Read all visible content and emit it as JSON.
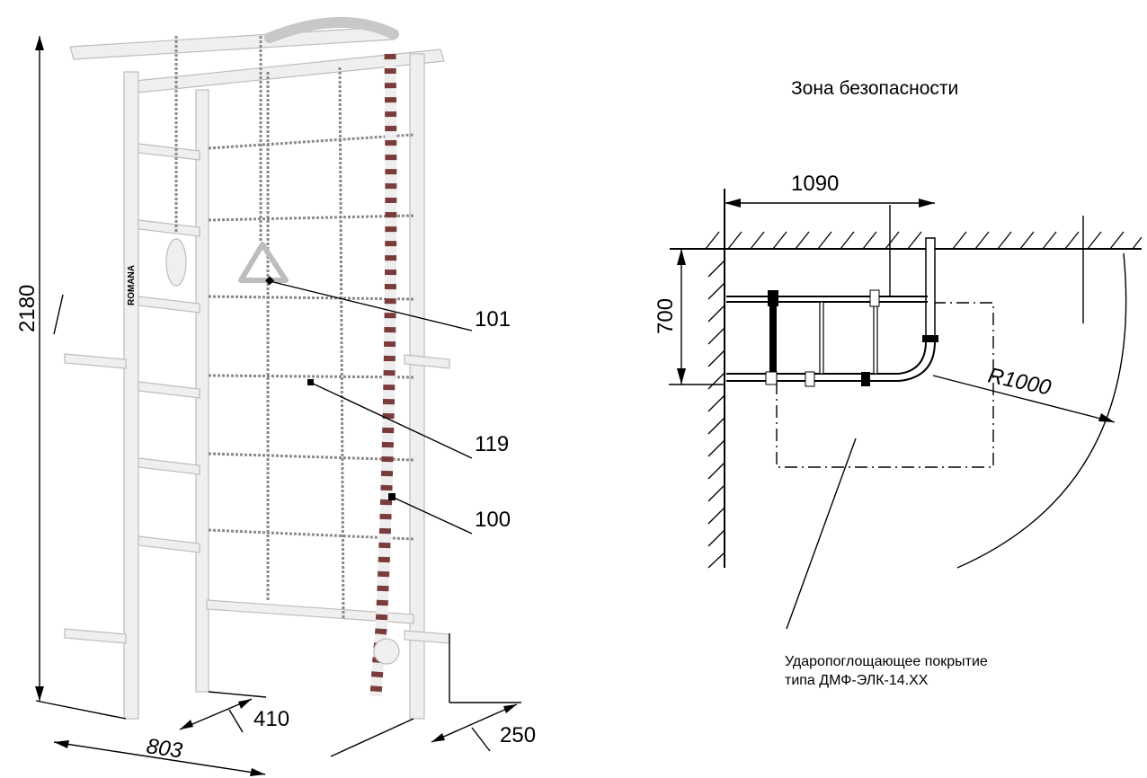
{
  "left_view": {
    "brand_text": "ROMANA",
    "dimensions": {
      "height": "2180",
      "width": "803",
      "depth": "410",
      "offset": "250"
    },
    "callouts": [
      {
        "label": "101"
      },
      {
        "label": "119"
      },
      {
        "label": "100"
      }
    ]
  },
  "right_view": {
    "title": "Зона безопасности",
    "dimensions": {
      "length": "1090",
      "depth": "700",
      "radius": "R1000"
    },
    "note_line1": "Ударопоглощающее покрытие",
    "note_line2": "типа ДМФ-ЭЛК-14.ХХ"
  },
  "colors": {
    "frame": "#eeeeee",
    "frame_edge": "#c0c0c0",
    "rope_stripe": "#7a3b3b",
    "ink": "#000000"
  }
}
